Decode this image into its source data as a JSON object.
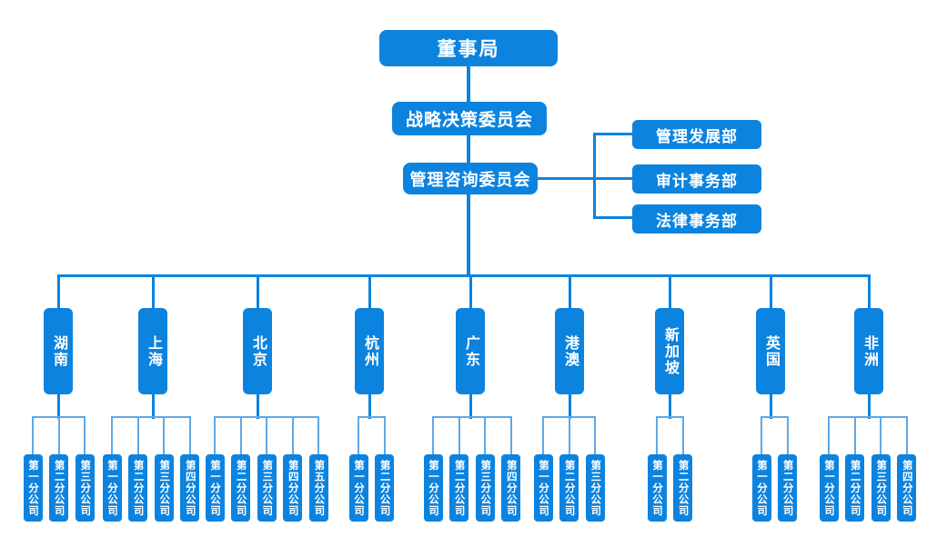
{
  "chart": {
    "root": {
      "label": "董事局"
    },
    "level2": {
      "label": "战略决策委员会"
    },
    "level3": {
      "label": "管理咨询委员会"
    },
    "staff_departments": [
      {
        "label": "管理发展部"
      },
      {
        "label": "审计事务部"
      },
      {
        "label": "法律事务部"
      }
    ],
    "regions": [
      {
        "label": "湖南",
        "branches": [
          "第一分公司",
          "第二分公司",
          "第三分公司"
        ]
      },
      {
        "label": "上海",
        "branches": [
          "第一分公司",
          "第二分公司",
          "第三分公司",
          "第四分公司"
        ]
      },
      {
        "label": "北京",
        "branches": [
          "第一分公司",
          "第二分公司",
          "第三分公司",
          "第四分公司",
          "第五分公司"
        ]
      },
      {
        "label": "杭州",
        "branches": [
          "第一分公司",
          "第二分公司"
        ]
      },
      {
        "label": "广东",
        "branches": [
          "第一分公司",
          "第二分公司",
          "第三分公司",
          "第四分公司"
        ]
      },
      {
        "label": "港澳",
        "branches": [
          "第一分公司",
          "第二分公司",
          "第三分公司"
        ]
      },
      {
        "label": "新加坡",
        "branches": [
          "第一分公司",
          "第二分公司"
        ]
      },
      {
        "label": "英国",
        "branches": [
          "第一分公司",
          "第二分公司"
        ]
      },
      {
        "label": "非洲",
        "branches": [
          "第一分公司",
          "第二分公司",
          "第三分公司",
          "第四分公司"
        ]
      }
    ],
    "colors": {
      "node_fill": "#0c83df",
      "connector_dark": "#0c83df",
      "connector_light": "#5fa8e4",
      "text": "#ffffff",
      "background": "#ffffff"
    }
  }
}
